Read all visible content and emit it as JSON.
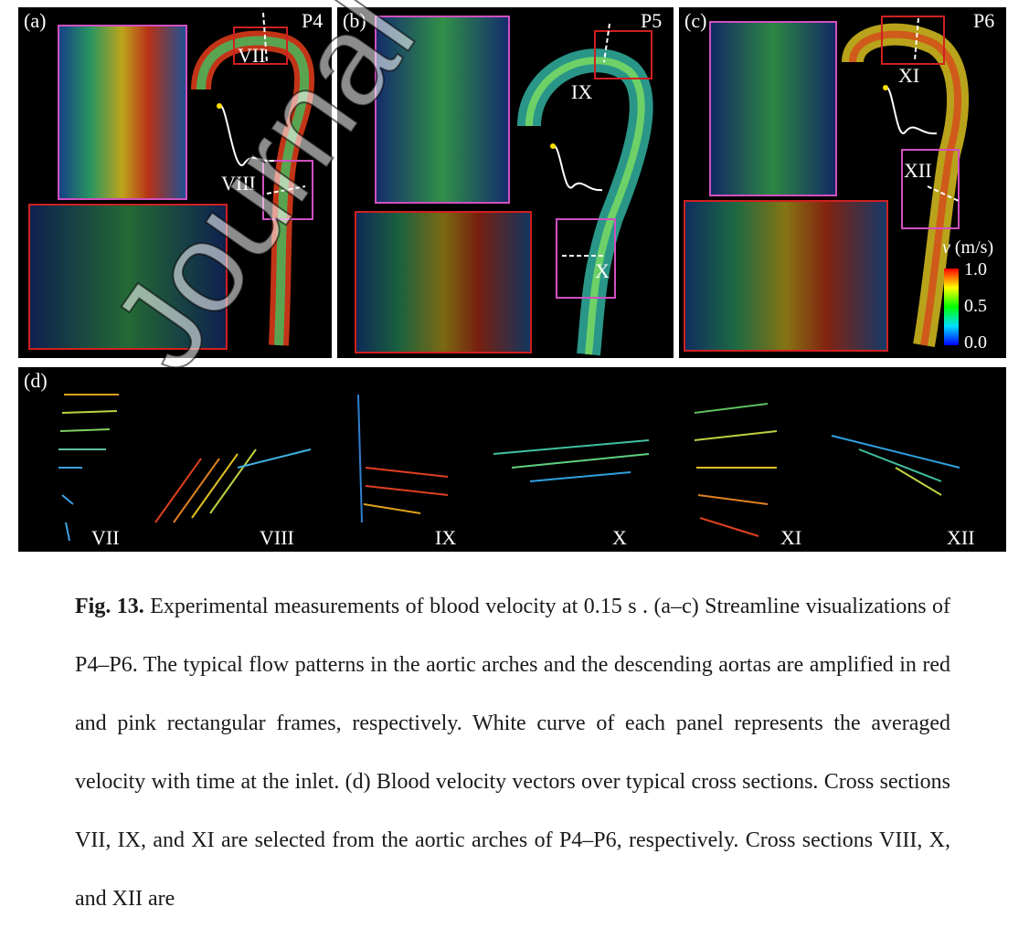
{
  "panels": {
    "a": {
      "label": "(a)",
      "patient": "P4",
      "arch_section": "VII",
      "desc_section": "VIII"
    },
    "b": {
      "label": "(b)",
      "patient": "P5",
      "arch_section": "IX",
      "desc_section": "X"
    },
    "c": {
      "label": "(c)",
      "patient": "P6",
      "arch_section": "XI",
      "desc_section": "XII"
    },
    "d": {
      "label": "(d)",
      "sections": [
        "VII",
        "VIII",
        "IX",
        "X",
        "XI",
        "XII"
      ]
    }
  },
  "colorbar": {
    "title_var": "v",
    "title_unit": " (m/s)",
    "ticks": [
      "1.0",
      "0.5",
      "0.0"
    ],
    "colors": [
      "#ff0000",
      "#ffff00",
      "#00ff00",
      "#00e0ff",
      "#0000ff"
    ]
  },
  "watermark": "Journal Pre-proof",
  "caption": {
    "fig_label": "Fig. 13.",
    "text": " Experimental measurements of blood velocity at 0.15 s . (a–c) Streamline visualizations of P4–P6. The typical flow patterns in the aortic arches and the descending aortas are amplified in red and pink rectangular frames, respectively. White curve of each panel represents the averaged velocity with time at the inlet. (d) Blood velocity vectors over typical cross sections. Cross sections VII, IX, and XI are selected from the aortic arches of P4–P6, respectively. Cross sections VIII, X, and XII are"
  }
}
